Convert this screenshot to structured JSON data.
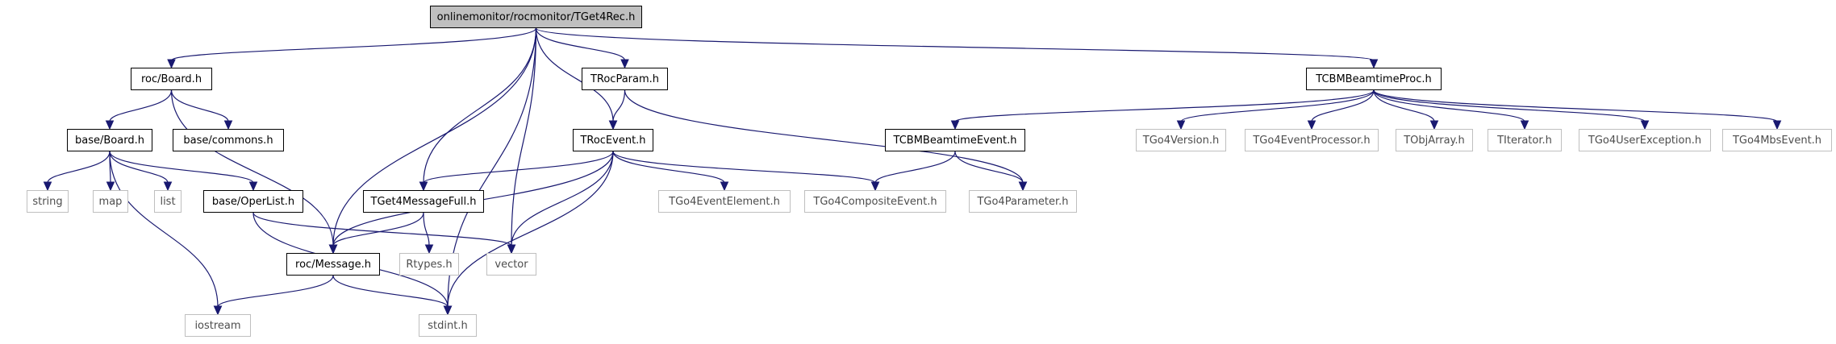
{
  "graph": {
    "nodes": [
      {
        "id": "tget4rec",
        "label": "onlinemonitor/rocmonitor/TGet4Rec.h",
        "kind": "root"
      },
      {
        "id": "roc-board",
        "label": "roc/Board.h",
        "kind": "local"
      },
      {
        "id": "trocparam",
        "label": "TRocParam.h",
        "kind": "local"
      },
      {
        "id": "tcbmbeamtimeproc",
        "label": "TCBMBeamtimeProc.h",
        "kind": "local"
      },
      {
        "id": "base-board",
        "label": "base/Board.h",
        "kind": "local"
      },
      {
        "id": "base-commons",
        "label": "base/commons.h",
        "kind": "local"
      },
      {
        "id": "troceevent",
        "label": "TRocEvent.h",
        "kind": "local"
      },
      {
        "id": "tcbmbeamtimeevent",
        "label": "TCBMBeamtimeEvent.h",
        "kind": "local"
      },
      {
        "id": "tgo4version",
        "label": "TGo4Version.h",
        "kind": "system"
      },
      {
        "id": "tgo4eventprocessor",
        "label": "TGo4EventProcessor.h",
        "kind": "system"
      },
      {
        "id": "tobjarray",
        "label": "TObjArray.h",
        "kind": "system"
      },
      {
        "id": "titerator",
        "label": "TIterator.h",
        "kind": "system"
      },
      {
        "id": "tgo4userexception",
        "label": "TGo4UserException.h",
        "kind": "system"
      },
      {
        "id": "tgo4mbsevent",
        "label": "TGo4MbsEvent.h",
        "kind": "system"
      },
      {
        "id": "string",
        "label": "string",
        "kind": "system"
      },
      {
        "id": "map",
        "label": "map",
        "kind": "system"
      },
      {
        "id": "list",
        "label": "list",
        "kind": "system"
      },
      {
        "id": "base-operlist",
        "label": "base/OperList.h",
        "kind": "local"
      },
      {
        "id": "tget4messagefull",
        "label": "TGet4MessageFull.h",
        "kind": "local"
      },
      {
        "id": "tgo4eventelement",
        "label": "TGo4EventElement.h",
        "kind": "system"
      },
      {
        "id": "tgo4compositeevent",
        "label": "TGo4CompositeEvent.h",
        "kind": "system"
      },
      {
        "id": "tgo4parameter",
        "label": "TGo4Parameter.h",
        "kind": "system"
      },
      {
        "id": "roc-message",
        "label": "roc/Message.h",
        "kind": "local"
      },
      {
        "id": "rtypes",
        "label": "Rtypes.h",
        "kind": "system"
      },
      {
        "id": "vector",
        "label": "vector",
        "kind": "system"
      },
      {
        "id": "iostream",
        "label": "iostream",
        "kind": "system"
      },
      {
        "id": "stdint",
        "label": "stdint.h",
        "kind": "system"
      }
    ],
    "edges": [
      {
        "from": "tget4rec",
        "to": "roc-board"
      },
      {
        "from": "tget4rec",
        "to": "trocparam"
      },
      {
        "from": "tget4rec",
        "to": "tcbmbeamtimeproc"
      },
      {
        "from": "tget4rec",
        "to": "troceevent"
      },
      {
        "from": "tget4rec",
        "to": "tget4messagefull"
      },
      {
        "from": "tget4rec",
        "to": "roc-message"
      },
      {
        "from": "tget4rec",
        "to": "vector"
      },
      {
        "from": "tget4rec",
        "to": "stdint"
      },
      {
        "from": "roc-board",
        "to": "base-board"
      },
      {
        "from": "roc-board",
        "to": "base-commons"
      },
      {
        "from": "roc-board",
        "to": "roc-message"
      },
      {
        "from": "base-board",
        "to": "string"
      },
      {
        "from": "base-board",
        "to": "map"
      },
      {
        "from": "base-board",
        "to": "list"
      },
      {
        "from": "base-board",
        "to": "base-operlist"
      },
      {
        "from": "base-board",
        "to": "iostream"
      },
      {
        "from": "base-operlist",
        "to": "vector"
      },
      {
        "from": "base-operlist",
        "to": "stdint"
      },
      {
        "from": "trocparam",
        "to": "troceevent"
      },
      {
        "from": "trocparam",
        "to": "tgo4parameter"
      },
      {
        "from": "troceevent",
        "to": "tget4messagefull"
      },
      {
        "from": "troceevent",
        "to": "tgo4eventelement"
      },
      {
        "from": "troceevent",
        "to": "tgo4compositeevent"
      },
      {
        "from": "troceevent",
        "to": "roc-message"
      },
      {
        "from": "troceevent",
        "to": "vector"
      },
      {
        "from": "troceevent",
        "to": "stdint"
      },
      {
        "from": "tget4messagefull",
        "to": "roc-message"
      },
      {
        "from": "tget4messagefull",
        "to": "rtypes"
      },
      {
        "from": "roc-message",
        "to": "iostream"
      },
      {
        "from": "roc-message",
        "to": "stdint"
      },
      {
        "from": "tcbmbeamtimeproc",
        "to": "tcbmbeamtimeevent"
      },
      {
        "from": "tcbmbeamtimeproc",
        "to": "tgo4version"
      },
      {
        "from": "tcbmbeamtimeproc",
        "to": "tgo4eventprocessor"
      },
      {
        "from": "tcbmbeamtimeproc",
        "to": "tobjarray"
      },
      {
        "from": "tcbmbeamtimeproc",
        "to": "titerator"
      },
      {
        "from": "tcbmbeamtimeproc",
        "to": "tgo4userexception"
      },
      {
        "from": "tcbmbeamtimeproc",
        "to": "tgo4mbsevent"
      },
      {
        "from": "tcbmbeamtimeevent",
        "to": "tgo4compositeevent"
      },
      {
        "from": "tcbmbeamtimeevent",
        "to": "tgo4parameter"
      }
    ]
  },
  "colors": {
    "edge": "#191970",
    "root_fill": "#bfbfbf",
    "local_border": "#000000",
    "system_border": "#bfbfbf",
    "system_text": "#4d4d4d"
  }
}
